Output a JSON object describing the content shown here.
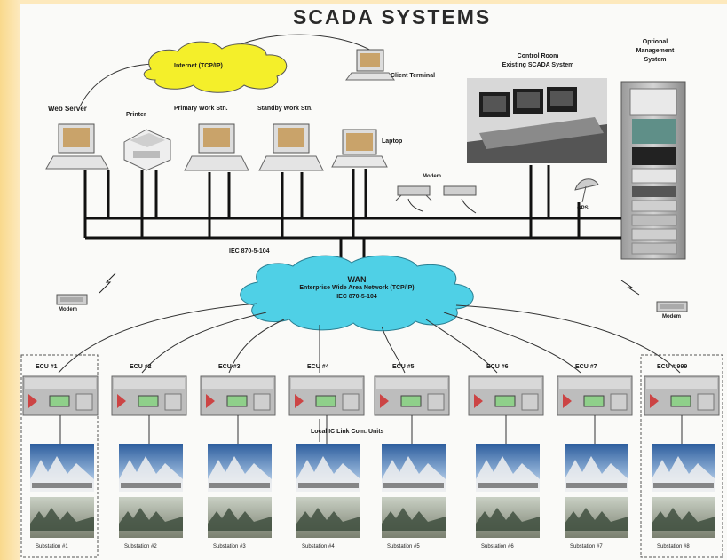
{
  "title": "SCADA SYSTEMS",
  "top": {
    "internet": "Internet (TCP/IP)",
    "client": "Client Terminal",
    "web_server": "Web Server",
    "printer": "Printer",
    "primary": "Primary Work Stn.",
    "standby": "Standby Work Stn.",
    "laptop": "Laptop",
    "modem_top": "Modem",
    "control_room_1": "Control Room",
    "control_room_2": "Existing SCADA System",
    "mgmt_1": "Optional",
    "mgmt_2": "Management",
    "mgmt_3": "System",
    "gps": "GPS",
    "bus": "IEC 870-5-104"
  },
  "wan": {
    "title": "WAN",
    "line1": "Enterprise Wide Area Network (TCP/IP)",
    "line2": "IEC 870-5-104",
    "modem_left": "Modem",
    "modem_right": "Modem"
  },
  "local_link": "Local IC Link Com. Units",
  "ecus": [
    "ECU #1",
    "ECU #2",
    "ECU #3",
    "ECU #4",
    "ECU #5",
    "ECU #6",
    "ECU #7",
    "ECU # 999"
  ],
  "substations": [
    "Substation #1",
    "Substation #2",
    "Substation #3",
    "Substation #4",
    "Substation #5",
    "Substation #6",
    "Substation #7",
    "Substation #8"
  ],
  "colors": {
    "internet_cloud": "#f4ef2a",
    "wan_cloud": "#4fd0e6",
    "sky": "#3b6fb0",
    "bus": "#111111"
  }
}
